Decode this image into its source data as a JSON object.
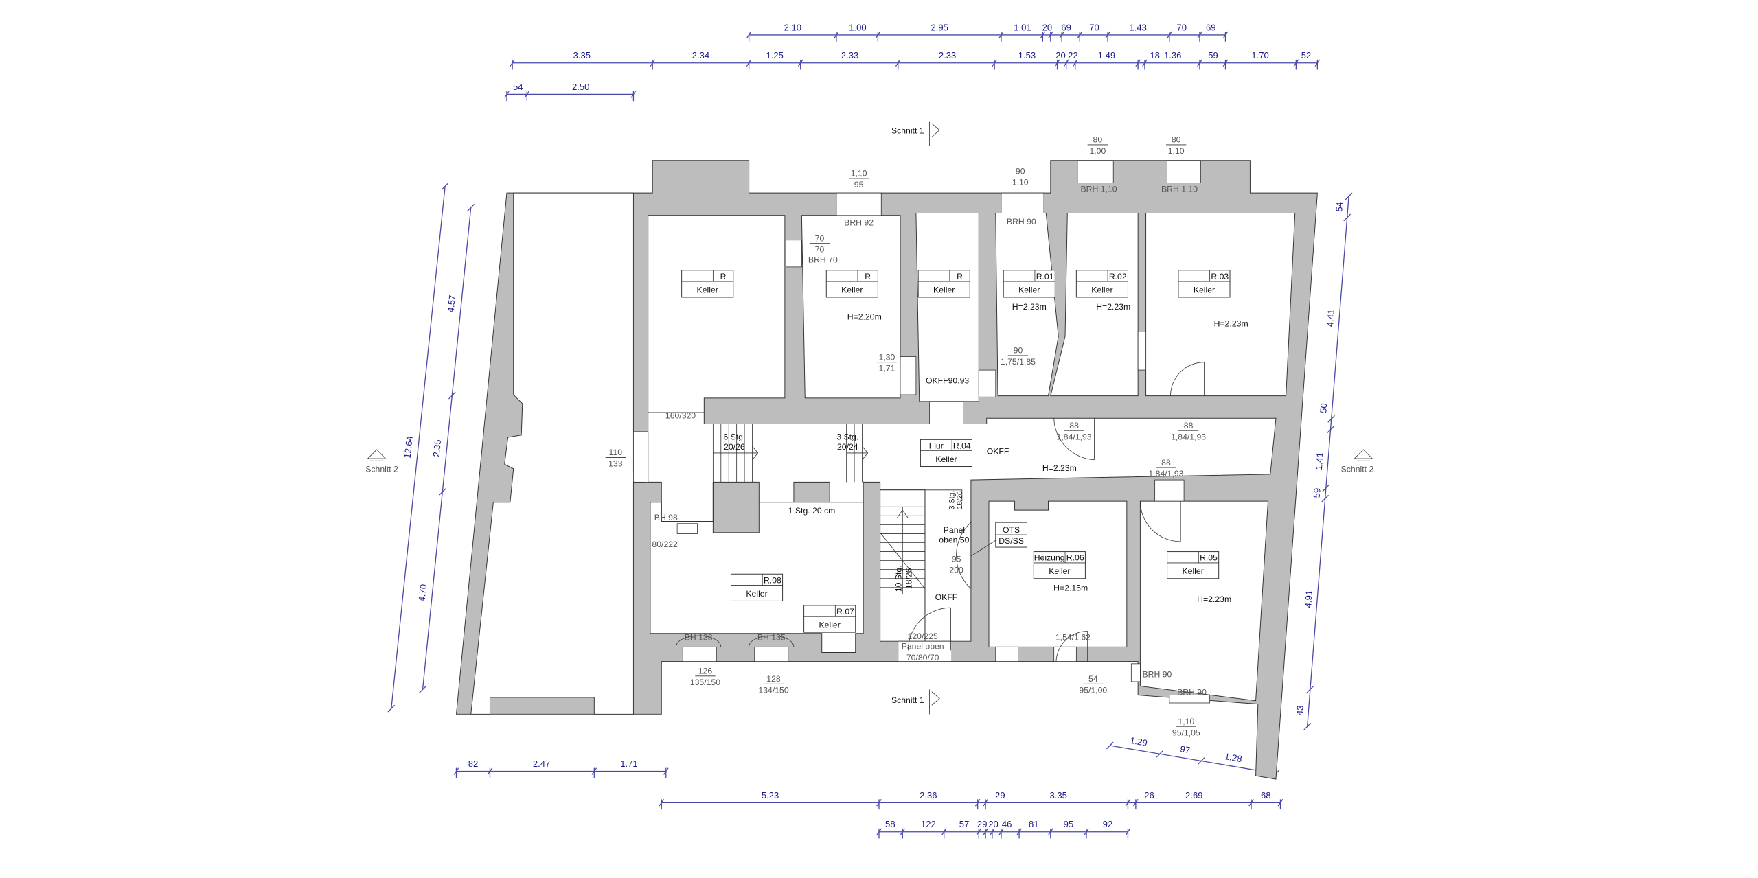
{
  "dims": {
    "top1": [
      "2.10",
      "1.00",
      "2.95",
      "1.01",
      "20",
      "69",
      "70",
      "1.43",
      "70",
      "69"
    ],
    "top2": [
      "3.35",
      "2.34",
      "1.25",
      "2.33",
      "2.33",
      "1.53",
      "20",
      "22",
      "1.49",
      "18",
      "1.36",
      "59",
      "1.70",
      "52"
    ],
    "top3": [
      "54",
      "2.50"
    ],
    "bottom1": [
      "82",
      "2.47",
      "1.71"
    ],
    "bottom2": [
      "5.23",
      "2.36",
      "29",
      "3.35",
      "26",
      "2.69",
      "68"
    ],
    "bottom3": [
      "58",
      "122",
      "57",
      "29",
      "20",
      "46",
      "81",
      "95",
      "92"
    ],
    "slant_bottom": [
      "1.29",
      "97",
      "1.28"
    ],
    "left_outer": [
      "12.64"
    ],
    "left_inner": [
      "4.57",
      "2.35",
      "4.70"
    ],
    "right": [
      "54",
      "4.41",
      "50",
      "1.41",
      "59",
      "4.91",
      "43"
    ]
  },
  "sections": {
    "top": "Schnitt 1",
    "bottom": "Schnitt 1",
    "left": "Schnitt 2",
    "right": "Schnitt 2"
  },
  "rooms": [
    {
      "number": "R",
      "name": "Keller"
    },
    {
      "number": "R",
      "name": "Keller"
    },
    {
      "number": "R",
      "name": "Keller"
    },
    {
      "number": "R.01",
      "name": "Keller"
    },
    {
      "number": "R.02",
      "name": "Keller"
    },
    {
      "number": "R.03",
      "name": "Keller"
    },
    {
      "type": "Flur",
      "number": "R.04",
      "name": "Keller"
    },
    {
      "number": "R.05",
      "name": "Keller"
    },
    {
      "type": "Heizung",
      "number": "R.06",
      "name": "Keller"
    },
    {
      "number": "R.07",
      "name": "Keller"
    },
    {
      "number": "R.08",
      "name": "Keller"
    }
  ],
  "heights": [
    "H=2.20m",
    "H=2.23m",
    "H=2.23m",
    "H=2.23m",
    "H=2.23m",
    "H=2.15m",
    "H=2.23m"
  ],
  "windows": [
    {
      "top": "1,10",
      "bottom": "95"
    },
    {
      "top": "90",
      "bottom": "1,10"
    },
    {
      "top": "80",
      "bottom": "1,00"
    },
    {
      "top": "80",
      "bottom": "1,10"
    },
    {
      "top": "70",
      "bottom": "70"
    },
    {
      "top": "126",
      "bottom": "135/150"
    },
    {
      "top": "128",
      "bottom": "134/150"
    },
    {
      "top": "54",
      "bottom": "95/1,00"
    },
    {
      "top": "1,10",
      "bottom": "95/1,05"
    }
  ],
  "sills": [
    "BRH 92",
    "BRH 90",
    "BRH 1,10",
    "BRH 1,10",
    "BRH 70",
    "BH 98",
    "BH 138",
    "BH 135",
    "BRH 90",
    "BRH 90"
  ],
  "doors": [
    {
      "top": "1,30",
      "bottom": "1,71"
    },
    {
      "top": "90",
      "bottom": "1,75/1,85"
    },
    {
      "top": "88",
      "bottom": "1,84/1,93"
    },
    {
      "top": "88",
      "bottom": "1,84/1,93"
    },
    {
      "top": "88",
      "bottom": "1,84/1,93"
    },
    {
      "top": "110",
      "bottom": "133"
    },
    {
      "top": "95",
      "bottom": "200"
    }
  ],
  "notes": {
    "okff_room3": "OKFF90.93",
    "opening_160": "160/320",
    "opening_80": "80/222",
    "okff_corridor": "OKFF",
    "okff_stair": "OKFF",
    "step_note": "1 Stg. 20 cm",
    "door_120": "120/225",
    "panel_oben": "Panel oben",
    "panel_dims": "70/80/70",
    "door_154": "1,54/1,62",
    "panel_oben_50_a": "Panel",
    "panel_oben_50_b": "oben 50",
    "ots_a": "OTS",
    "ots_b": "DS/SS"
  },
  "stairs": [
    {
      "count": "6 Stg.",
      "ratio": "20/26"
    },
    {
      "count": "3 Stg.",
      "ratio": "20/24"
    },
    {
      "count": "3 Stg.",
      "ratio": "18/26"
    },
    {
      "count": "10 Stg.",
      "ratio": "18/26"
    }
  ]
}
